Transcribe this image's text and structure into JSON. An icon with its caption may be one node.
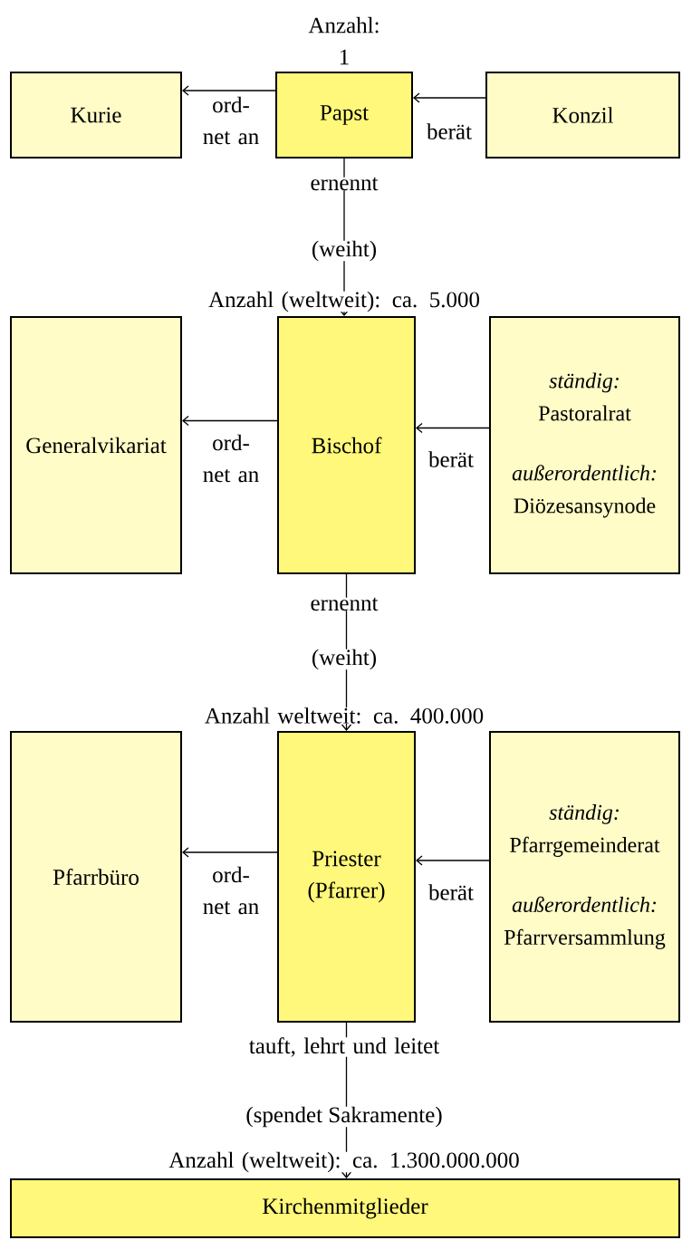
{
  "diagram": {
    "nodes": [
      {
        "text": [
          "Kurie"
        ]
      },
      {
        "text": [
          "Papst"
        ],
        "beside": [
          "Anzahl: 1"
        ]
      },
      {
        "text": [
          "Konzil"
        ]
      },
      {
        "text": [
          "Generalvikariat"
        ]
      },
      {
        "text": [
          "Bischof"
        ],
        "beside": [
          "Anzahl (weltweit): ca. 5.000"
        ]
      },
      {
        "text": [
          "ständig:",
          "Pastoralrat",
          "außerordentlich:",
          "Diözesansynode"
        ]
      },
      {
        "text": [
          "Pfarrbüro"
        ]
      },
      {
        "text": [
          "Priester (Pfarrer)"
        ],
        "beside": [
          "Anzahl weltweit: ca. 400.000"
        ]
      },
      {
        "text": [
          "ständig:",
          "Pfarrgemeinderat",
          "außerordentlich:",
          "Pfarrversammlung"
        ]
      },
      {
        "text": [
          "Kirchenmitglieder"
        ],
        "beside": [
          "Anzahl (weltweit): ca. 1.300.000.000"
        ]
      }
    ],
    "edges": [
      {
        "from": 1,
        "to": 0,
        "arrow": "to",
        "label": "ord- net an"
      },
      {
        "from": 2,
        "to": 1,
        "arrow": "to",
        "label": "berät"
      },
      {
        "from": 1,
        "to": 4,
        "arrow": "to",
        "label": "ernennt"
      },
      {
        "from": 4,
        "to": 3,
        "arrow": "to",
        "label": "ord- net an"
      },
      {
        "from": 5,
        "to": 4,
        "arrow": "to",
        "label": "berät"
      },
      {
        "from": 4,
        "to": 7,
        "arrow": "to",
        "label": "ernennt"
      },
      {
        "from": 7,
        "to": 6,
        "arrow": "to",
        "label": "ord- net an"
      },
      {
        "from": 8,
        "to": 7,
        "arrow": "to",
        "label": "berät"
      },
      {
        "from": 7,
        "to": 9,
        "arrow": "to",
        "label": "tauft, lehrt und leitet"
      }
    ],
    "labels": [
      "(weiht)",
      "(weiht)",
      "(spendet Sakramente)"
    ]
  }
}
